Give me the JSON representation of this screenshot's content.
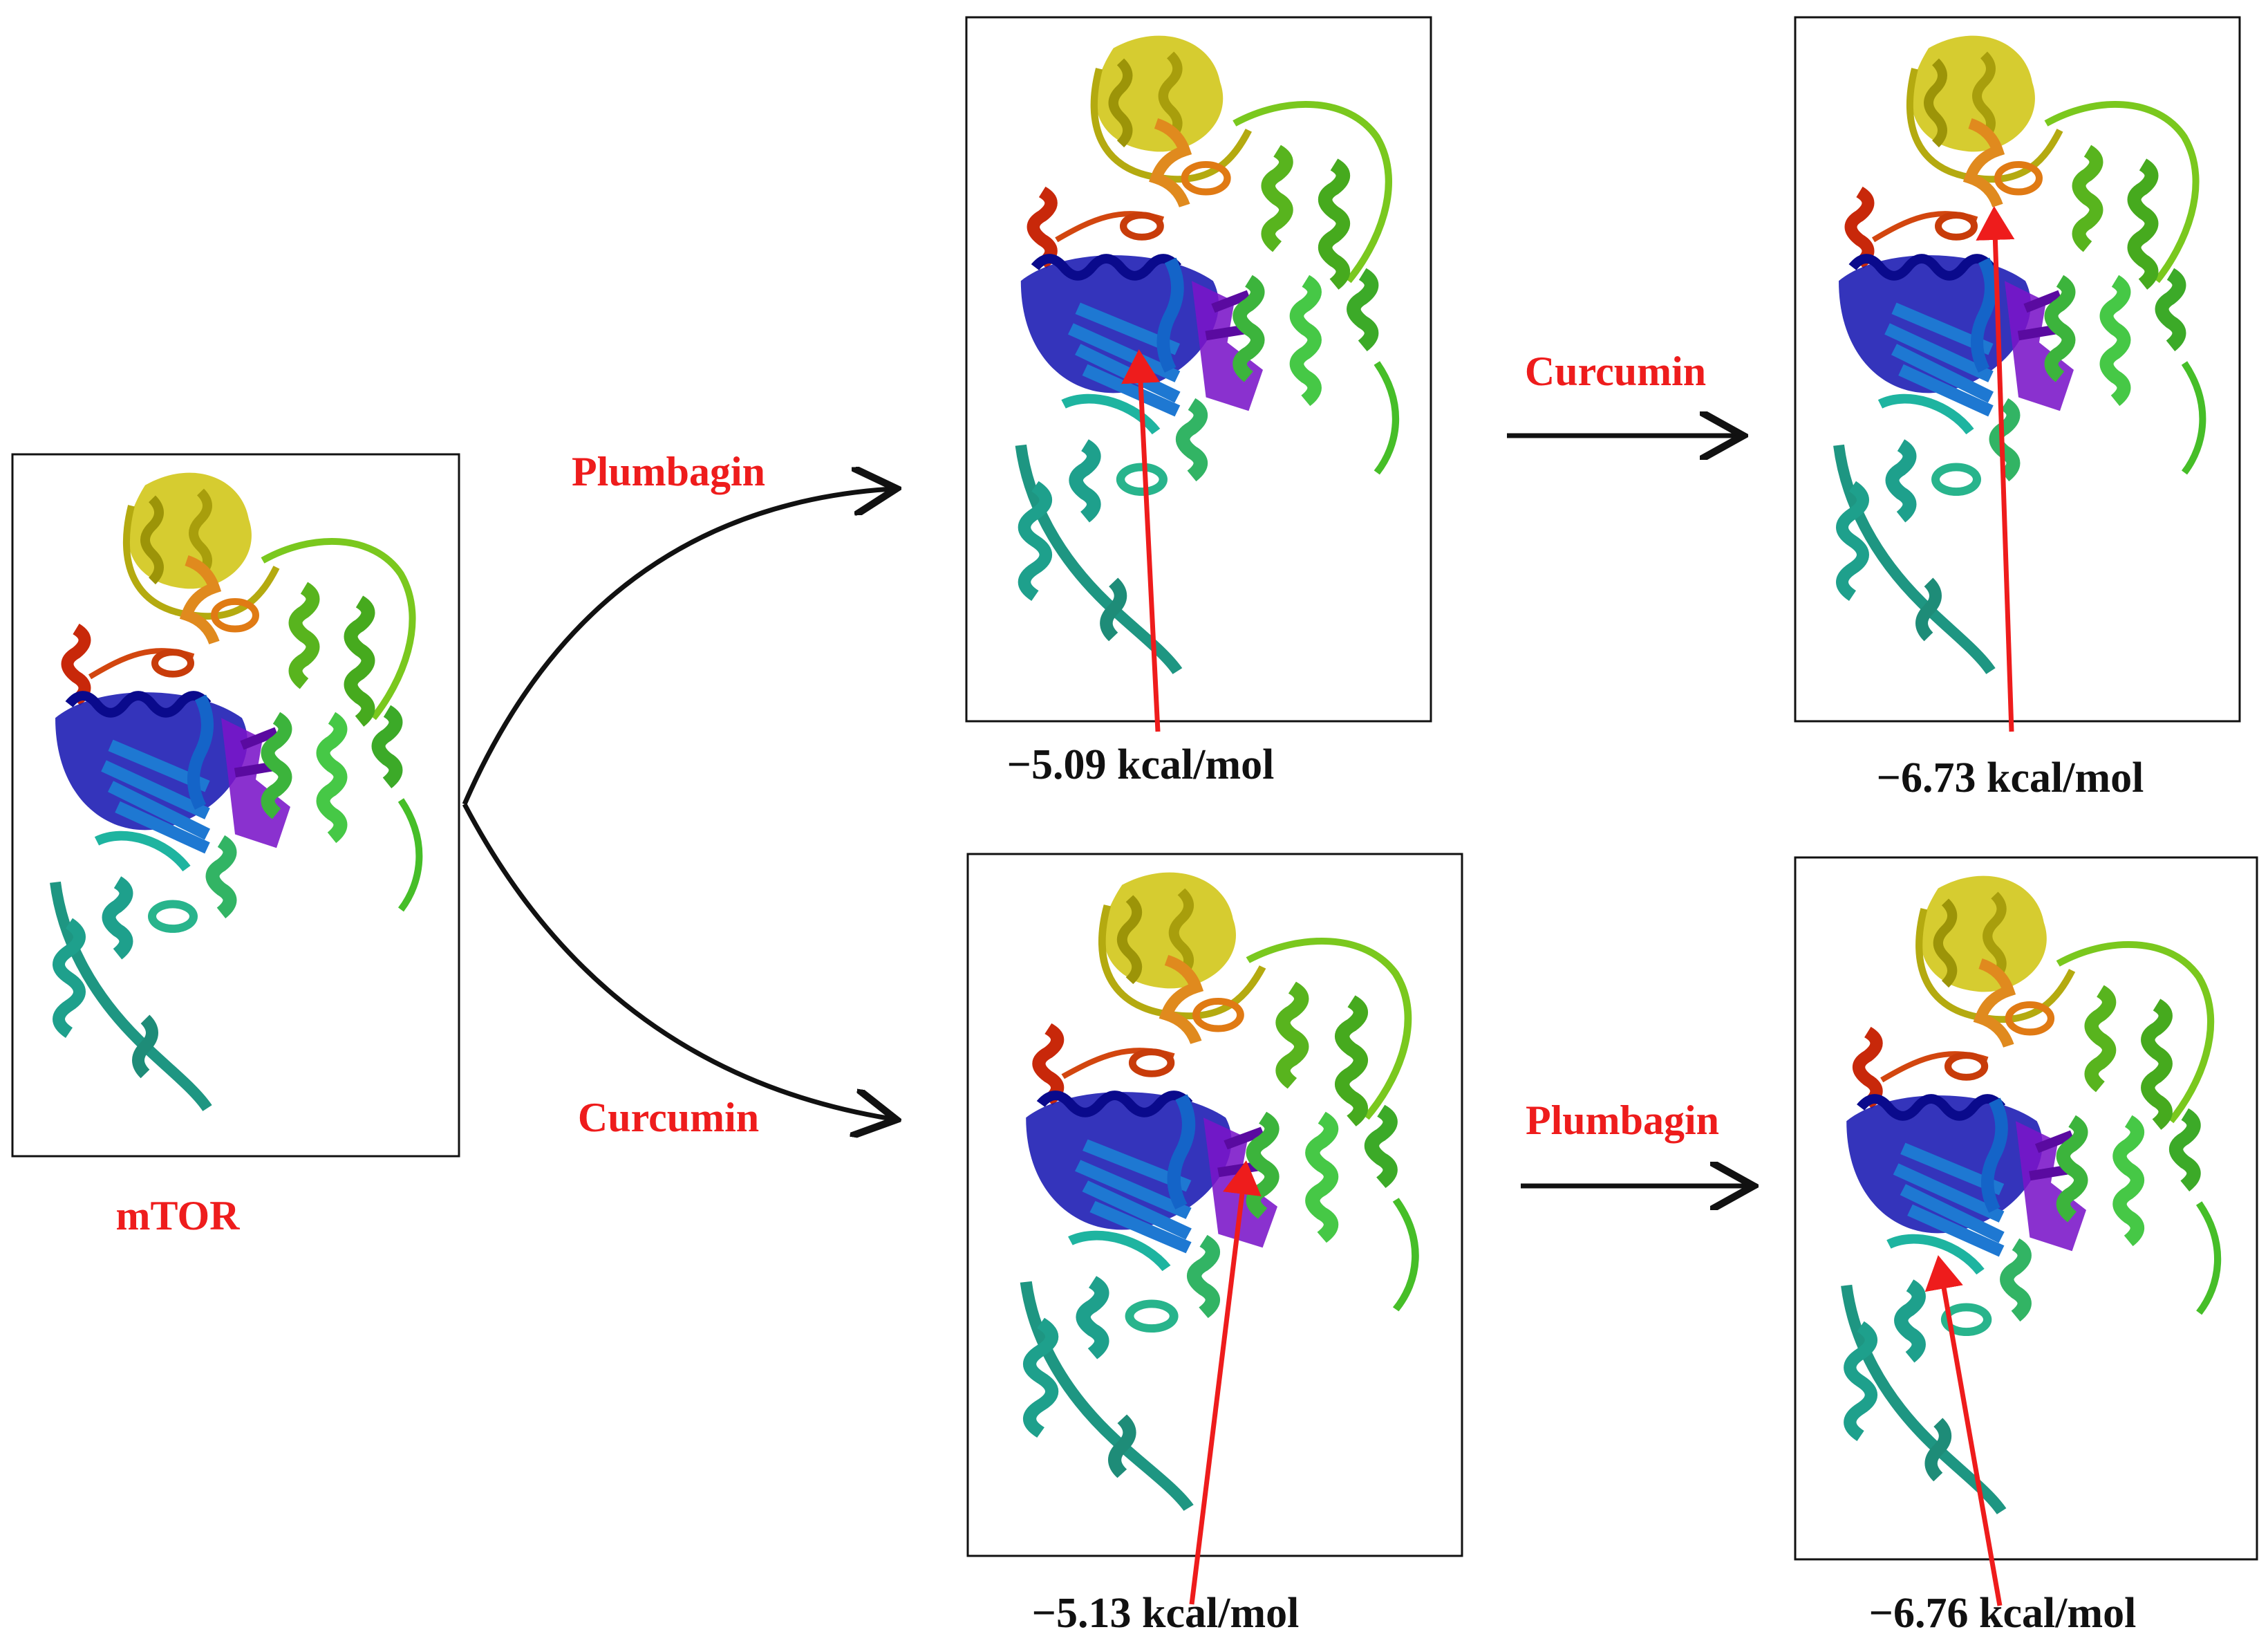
{
  "labels": {
    "protein": "mTOR",
    "top_route_first": "Plumbagin",
    "bottom_route_first": "Curcumin",
    "top_route_second": "Curcumin",
    "bottom_route_second": "Plumbagin"
  },
  "energies": {
    "plumbagin_single": "−5.09 kcal/mol",
    "plumbagin_then_curcumin": "−6.73 kcal/mol",
    "curcumin_single": "−5.13 kcal/mol",
    "curcumin_then_plumbagin": "−6.76 kcal/mol"
  },
  "colors": {
    "label_red": "#ee1c1c",
    "arrow_red": "#ee1c1c",
    "text_black": "#111111",
    "protein_domains": [
      "#c8c81e",
      "#e0901e",
      "#c8300a",
      "#1a1ab4",
      "#1e78d2",
      "#7a14c8",
      "#1eb4a0",
      "#28a08c",
      "#46c846",
      "#2ec850",
      "#7ac81e"
    ]
  }
}
